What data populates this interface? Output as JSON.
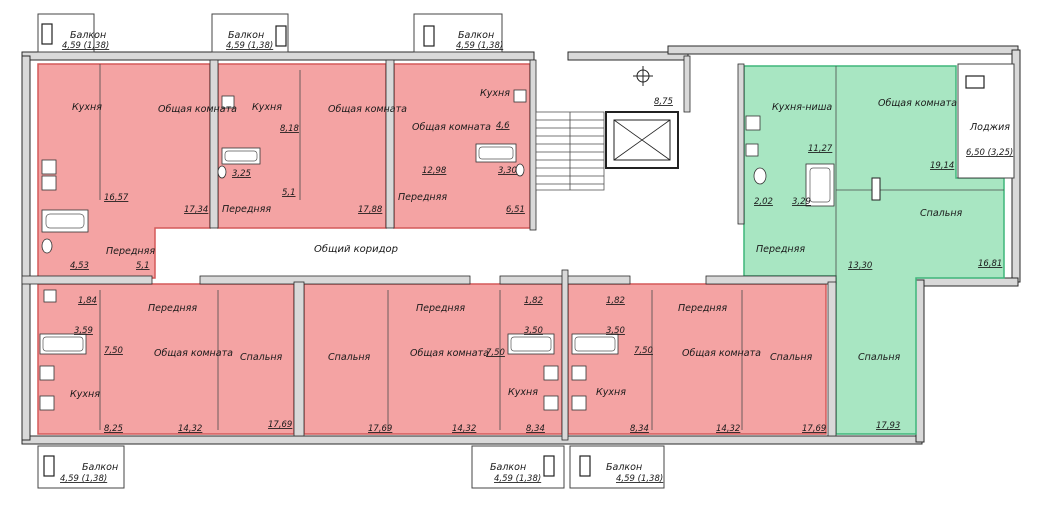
{
  "colors": {
    "red_apartment": "#f4a3a3",
    "red_border": "#d45a5a",
    "green_apartment": "#a8e6c2",
    "green_border": "#3fb57a",
    "walls": "#2a2a2a"
  },
  "corridor_label": "Общий коридор",
  "balconies": {
    "top1": {
      "name": "Балкон",
      "area": "4,59 (1,38)"
    },
    "top2": {
      "name": "Балкон",
      "area": "4,59 (1,38)"
    },
    "top3": {
      "name": "Балкон",
      "area": "4,59 (1,38)"
    },
    "bot1": {
      "name": "Балкон",
      "area": "4,59 (1,38)"
    },
    "bot2": {
      "name": "Балкон",
      "area": "4,59 (1,38)"
    },
    "bot3": {
      "name": "Балкон",
      "area": "4,59 (1,38)"
    }
  },
  "loggia": {
    "name": "Лоджия",
    "area": "6,50 (3,25)"
  },
  "stair_area": "8,75",
  "apt1": {
    "kitchen": "Кухня",
    "living": "Общая комната",
    "hall": "Передняя",
    "a_kitchen": "16,57",
    "a_living": "17,34",
    "a_bath": "4,53",
    "a_hall": "5,1"
  },
  "apt2": {
    "kitchen": "Кухня",
    "living": "Общая комната",
    "hall": "Передняя",
    "a_kitchen": "8,18",
    "a_living": "17,88",
    "a_bath": "3,25",
    "a_hall": "5,1"
  },
  "apt3": {
    "kitchen": "Кухня",
    "living": "Общая комната",
    "hall": "Передняя",
    "a_kitchen": "4,6",
    "a_living": "12,98",
    "a_bath": "3,30",
    "a_hall": "6,51"
  },
  "apt4": {
    "kitchen": "Кухня-ниша",
    "living": "Общая комната",
    "hall": "Передняя",
    "bedroom1": "Спальня",
    "bedroom2": "Спальня",
    "a_kitchen": "11,27",
    "a_living": "19,14",
    "a_wc": "2,02",
    "a_bath": "3,29",
    "a_hall": "13,30",
    "a_bed1": "16,81",
    "a_bed2": "17,93"
  },
  "apt5": {
    "hall": "Передняя",
    "living": "Общая комната",
    "kitchen": "Кухня",
    "bedroom": "Спальня",
    "a_wc": "1,84",
    "a_bath": "3,59",
    "a_hall": "7,50",
    "a_kitchen": "8,25",
    "a_living": "14,32",
    "a_bed": "17,69"
  },
  "apt6": {
    "hall": "Передняя",
    "living": "Общая комната",
    "kitchen": "Кухня",
    "bedroom": "Спальня",
    "a_wc": "1,82",
    "a_bath": "3,50",
    "a_hall": "7,50",
    "a_kitchen": "8,34",
    "a_living": "14,32",
    "a_bed": "17,69"
  },
  "apt7": {
    "hall": "Передняя",
    "living": "Общая комната",
    "kitchen": "Кухня",
    "bedroom": "Спальня",
    "a_wc": "1,82",
    "a_bath": "3,50",
    "a_hall": "7,50",
    "a_kitchen": "8,34",
    "a_living": "14,32",
    "a_bed": "17,69"
  }
}
